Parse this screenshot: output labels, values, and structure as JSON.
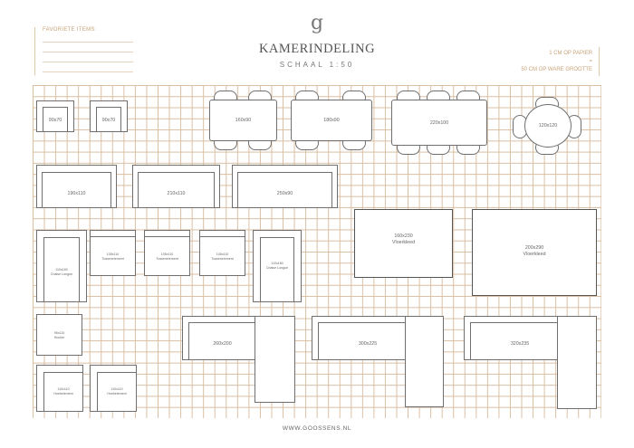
{
  "header": {
    "favorites_title": "FAVORIETE ITEMS:",
    "logo": "g",
    "title": "KAMERINDELING",
    "scale": "SCHAAL 1:50",
    "note_line1": "1 CM OP PAPIER",
    "note_line2": "=",
    "note_line3": "50 CM OP WARE GROOTTE"
  },
  "colors": {
    "accent": "#c9a37a",
    "grid": "#d9bea2",
    "outline": "#6f6f6f"
  },
  "items": {
    "armchair_1": "90x70",
    "armchair_2": "90x70",
    "table_1": "160x90",
    "table_2": "180x90",
    "table_3": "220x100",
    "table_4": "120x120",
    "sofa_1": "190x110",
    "sofa_2": "210x110",
    "sofa_3": "250x90",
    "rug_1_size": "160x230",
    "rug_1_name": "Vloerkleed",
    "rug_2_size": "200x290",
    "rug_2_name": "Vloerkleed",
    "chaise_1_size": "110x160",
    "chaise_1_name": "Chaise Longue",
    "middle_1_size": "105x110",
    "middle_1_name": "Tussenelement",
    "middle_2_size": "105x110",
    "middle_2_name": "Tussenelement",
    "middle_3_size": "105x110",
    "middle_3_name": "Tussenelement",
    "chaise_2_size": "110x160",
    "chaise_2_name": "Chaise Longue",
    "hocker": "95x110",
    "hocker_name": "Hocker",
    "corner_1_size": "110x110",
    "corner_1_name": "Hoekelement",
    "corner_2_size": "110x110",
    "corner_2_name": "Hoekelement",
    "corner_sofa_1": "260x200",
    "corner_sofa_2": "300x225",
    "corner_sofa_3": "320x235"
  },
  "footer": {
    "url": "WWW.GOOSSENS.NL"
  }
}
